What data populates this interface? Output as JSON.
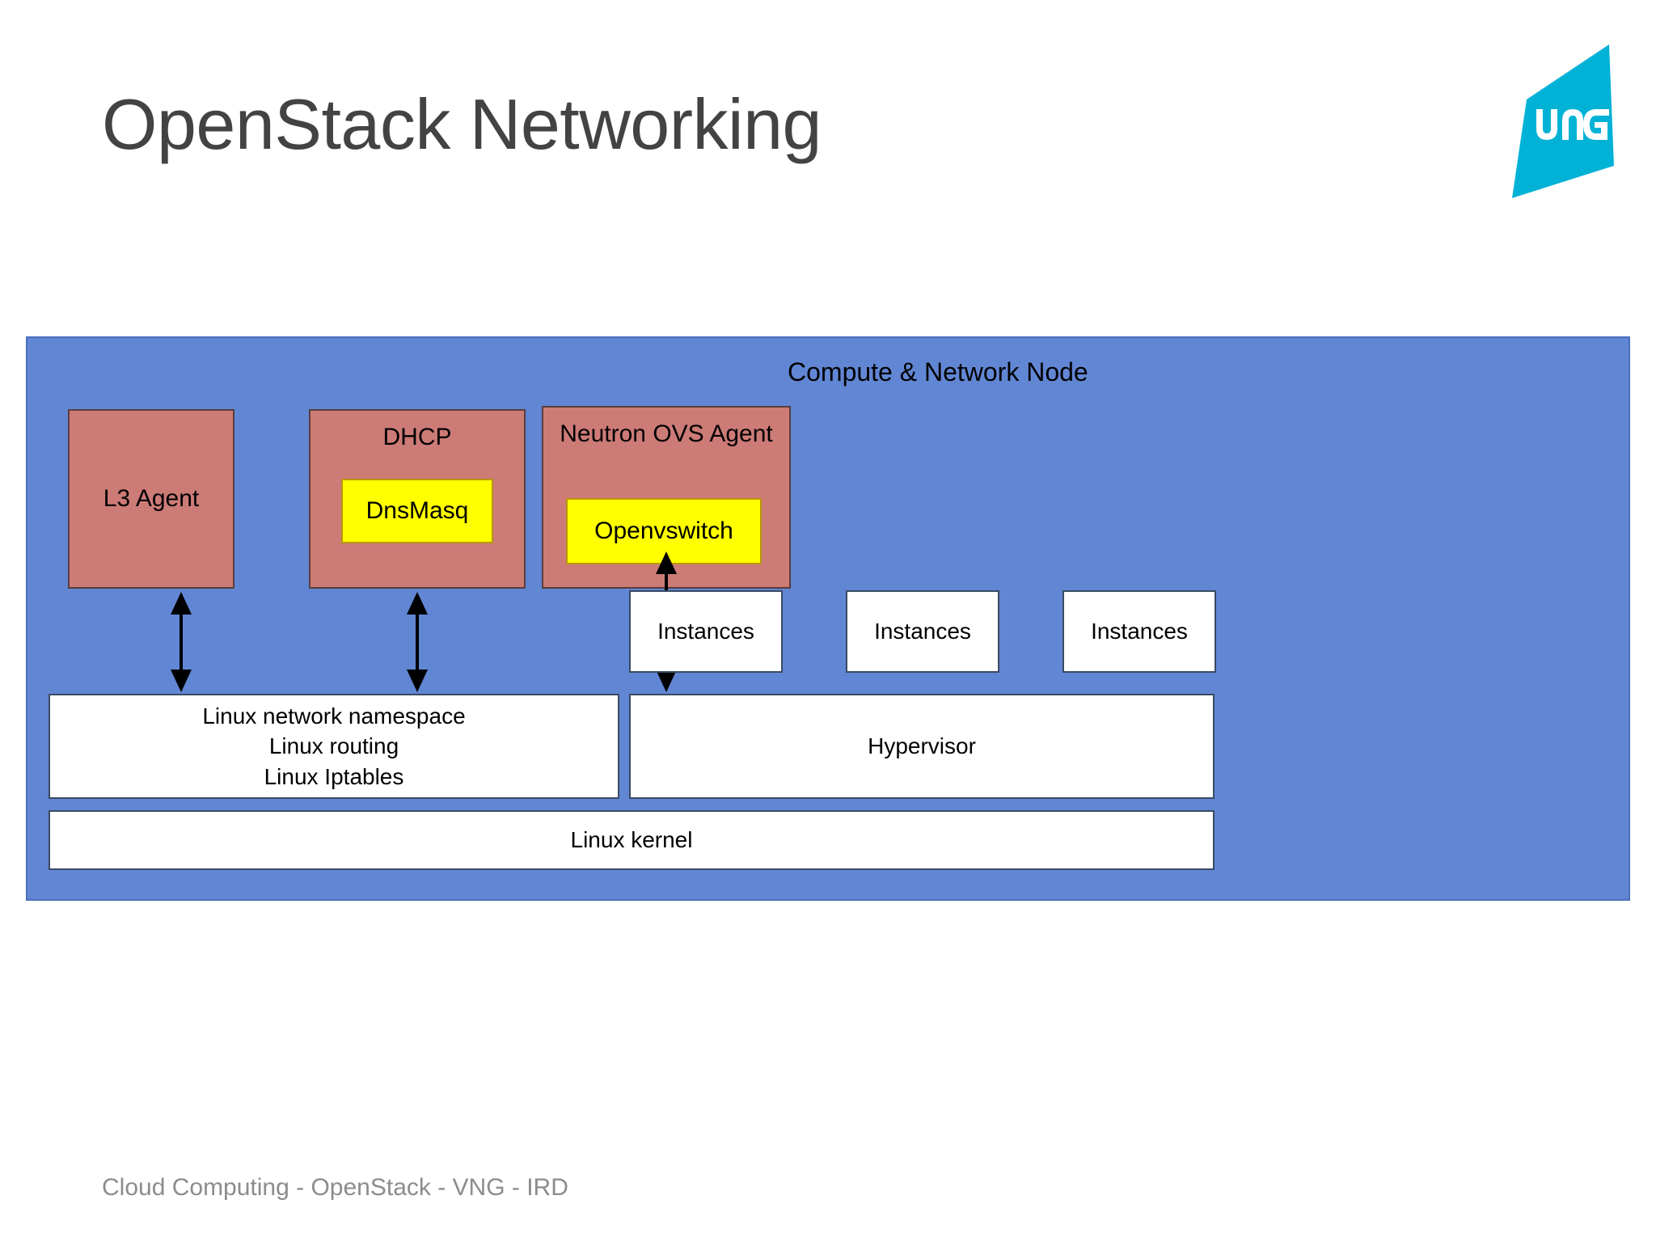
{
  "slide": {
    "title": "OpenStack Networking",
    "footer": "Cloud Computing - OpenStack - VNG - IRD"
  },
  "logo": {
    "name": "vng-logo",
    "text": "VNG",
    "shape_color": "#00b2d6",
    "text_color": "#ffffff"
  },
  "colors": {
    "panel_blue": "#6186d4",
    "agent_salmon": "#cd7b77",
    "highlight_yellow": "#ffff00",
    "box_white": "#ffffff",
    "title_gray": "#434343",
    "footer_gray": "#8c8c8c",
    "arrow_black": "#000000"
  },
  "diagram": {
    "node_label": "Compute & Network Node",
    "agents": [
      {
        "title": "L3 Agent",
        "title_position": "center",
        "child": null
      },
      {
        "title": "DHCP",
        "title_position": "top",
        "child": "DnsMasq"
      },
      {
        "title": "Neutron OVS Agent",
        "title_position": "top",
        "child": "Openvswitch"
      }
    ],
    "instances": [
      {
        "label": "Instances"
      },
      {
        "label": "Instances"
      },
      {
        "label": "Instances"
      }
    ],
    "kernel_services": {
      "line1": "Linux network namespace",
      "line2": "Linux routing",
      "line3": "Linux Iptables"
    },
    "hypervisor": "Hypervisor",
    "kernel": "Linux kernel",
    "arrows": [
      {
        "name": "arrow-l3-to-namespace",
        "type": "double-headed-vertical"
      },
      {
        "name": "arrow-dhcp-to-namespace",
        "type": "double-headed-vertical"
      },
      {
        "name": "arrow-ovs-to-namespace",
        "type": "double-headed-vertical"
      }
    ]
  }
}
